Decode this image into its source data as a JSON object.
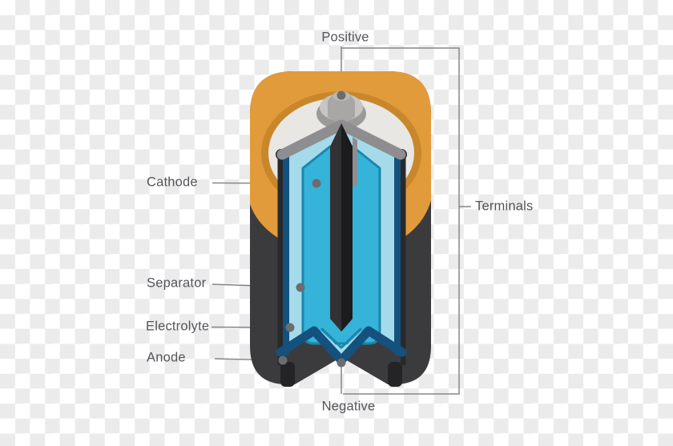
{
  "diagram": {
    "subject": "battery-cutaway",
    "labels": {
      "positive": "Positive",
      "cathode": "Cathode",
      "separator": "Separator",
      "electrolyte": "Electrolyte",
      "anode": "Anode",
      "negative": "Negative",
      "terminals": "Terminals"
    }
  },
  "colors": {
    "checker_light": "#ffffff",
    "checker_gray": "#ebebeb",
    "casing": "#3B3B3D",
    "casing_dark": "#242426",
    "cut_edge_dark": "#29292B",
    "outer_orange": "#E29B3B",
    "orange_ring": "#C9872C",
    "top_face": "#E9E7E4",
    "cathode_blue": "#35B3D8",
    "electrolyte_blue": "#A5DAEB",
    "separator_teal": "#1B86AC",
    "anode_navy": "#14517D",
    "rod_dark": "#323234",
    "rod_darker": "#1C1C1E",
    "cut_gray": "#8E8E90",
    "terminal_gray": "#A8A7A5",
    "leader_line": "#85878A",
    "leader_dot": "#6B6C6E",
    "label_text": "#54555A"
  }
}
